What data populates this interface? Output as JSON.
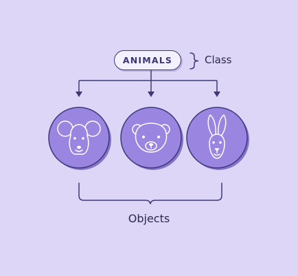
{
  "class_node": {
    "label": "ANIMALS"
  },
  "class_caption": "Class",
  "objects_caption": "Objects",
  "objects": [
    {
      "name": "mouse",
      "icon": "mouse-icon"
    },
    {
      "name": "bear",
      "icon": "bear-icon"
    },
    {
      "name": "rabbit",
      "icon": "rabbit-icon"
    }
  ],
  "colors": {
    "background": "#ddd6f7",
    "circle_fill": "#9a85e0",
    "circle_outline": "#3c3878",
    "line": "#3c3878",
    "icon_stroke": "#ffffff",
    "pill_fill": "#f3f1ff"
  }
}
